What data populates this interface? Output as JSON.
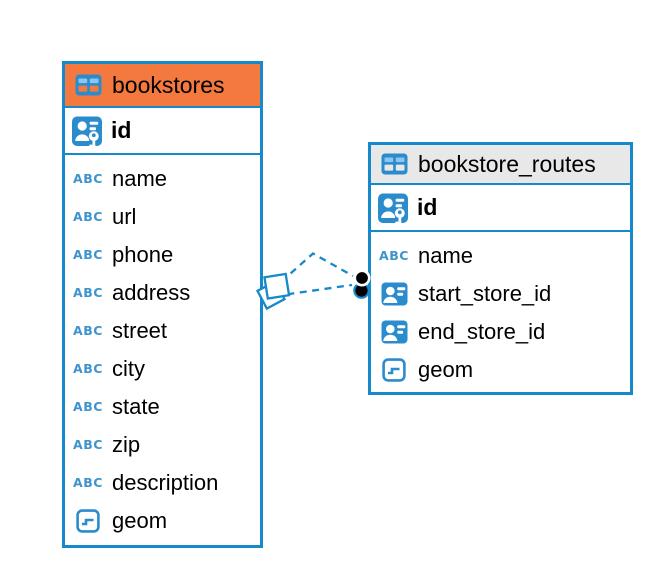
{
  "diagram": {
    "background_color": "#ffffff",
    "accent_color": "#1589ca",
    "text_type_icon_label": "ABC",
    "tables": [
      {
        "name": "bookstores",
        "header_color": "#f4793f",
        "primary_key": {
          "name": "id",
          "icon": "person-key-icon"
        },
        "columns": [
          {
            "name": "name",
            "icon": "text"
          },
          {
            "name": "url",
            "icon": "text"
          },
          {
            "name": "phone",
            "icon": "text"
          },
          {
            "name": "address",
            "icon": "text"
          },
          {
            "name": "street",
            "icon": "text"
          },
          {
            "name": "city",
            "icon": "text"
          },
          {
            "name": "state",
            "icon": "text"
          },
          {
            "name": "zip",
            "icon": "text"
          },
          {
            "name": "description",
            "icon": "text"
          },
          {
            "name": "geom",
            "icon": "geometry"
          }
        ]
      },
      {
        "name": "bookstore_routes",
        "header_color": "#e8e8e8",
        "primary_key": {
          "name": "id",
          "icon": "person-key-icon"
        },
        "columns": [
          {
            "name": "name",
            "icon": "text"
          },
          {
            "name": "start_store_id",
            "icon": "reference"
          },
          {
            "name": "end_store_id",
            "icon": "reference"
          },
          {
            "name": "geom",
            "icon": "geometry"
          }
        ]
      }
    ],
    "relationships": {
      "style": "dashed",
      "color": "#1589ca",
      "links": [
        {
          "from_table": "bookstores",
          "to_table": "bookstore_routes"
        },
        {
          "from_table": "bookstores",
          "to_table": "bookstore_routes"
        }
      ]
    }
  }
}
